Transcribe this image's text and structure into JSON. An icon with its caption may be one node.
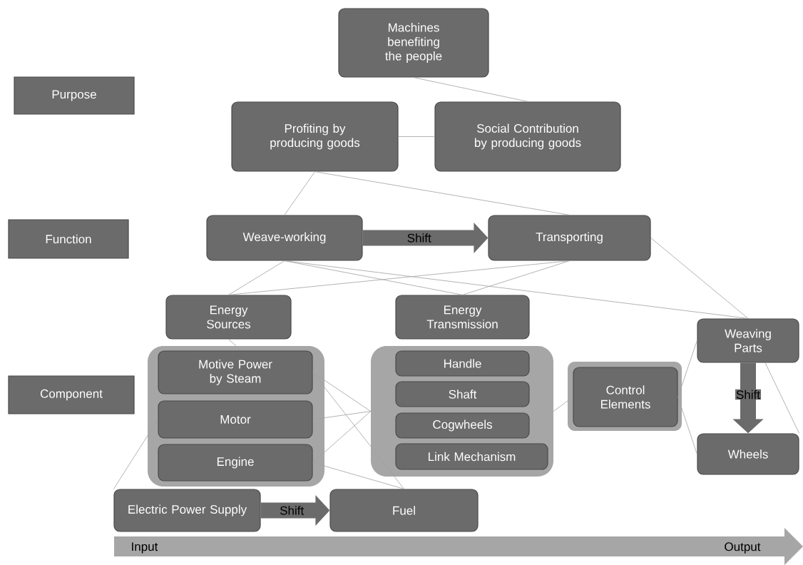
{
  "diagram": {
    "nodes": [
      {
        "text": [
          "Purpose"
        ]
      },
      {
        "text": [
          "Function"
        ]
      },
      {
        "text": [
          "Component"
        ]
      },
      {
        "text": [
          "Machines benefiting the people"
        ]
      },
      {
        "text": [
          "Profiting by producing goods"
        ]
      },
      {
        "text": [
          "Social Contribution by producing goods"
        ]
      },
      {
        "text": [
          "Weave-working"
        ]
      },
      {
        "text": [
          "Transporting"
        ]
      },
      {
        "text": [
          "Energy Sources"
        ]
      },
      {
        "text": [
          "Energy Transmission"
        ]
      },
      {
        "text": [],
        "shape": "box"
      },
      {
        "text": [
          "Motive Power by Steam"
        ],
        "in": 10
      },
      {
        "text": [
          "Motor"
        ],
        "in": 10
      },
      {
        "text": [
          "Engine"
        ],
        "in": 10
      },
      {
        "text": [],
        "shape": "box"
      },
      {
        "text": [
          "Handle"
        ],
        "in": 14
      },
      {
        "text": [
          "Shaft"
        ],
        "in": 14
      },
      {
        "text": [
          "Cogwheels"
        ],
        "in": 14
      },
      {
        "text": [
          "Link Mechanism"
        ],
        "in": 14
      },
      {
        "text": [
          "Control Elements"
        ]
      },
      {
        "text": [
          "Weaving Parts"
        ]
      },
      {
        "text": [
          "Wheels"
        ]
      },
      {
        "text": [
          "Electric Power Supply"
        ]
      },
      {
        "text": [
          "Fuel"
        ]
      }
    ],
    "edges": [
      {
        "from": 3,
        "to": 5,
        "arrow": "none"
      },
      {
        "from": 4,
        "to": 5,
        "arrow": "none"
      },
      {
        "from": 4,
        "to": 6,
        "arrow": "none"
      },
      {
        "from": 4,
        "to": 7,
        "arrow": "none"
      },
      {
        "from": 6,
        "to": 7,
        "arrow": "to",
        "label": "Shift",
        "style": "thick",
        "color": "#6b6b6b"
      },
      {
        "from": 6,
        "to": 8,
        "arrow": "none"
      },
      {
        "from": 6,
        "to": 9,
        "arrow": "none"
      },
      {
        "from": 6,
        "to": 20,
        "arrow": "none"
      },
      {
        "from": 7,
        "to": 8,
        "arrow": "none"
      },
      {
        "from": 7,
        "to": 9,
        "arrow": "none"
      },
      {
        "from": 7,
        "to": 20,
        "arrow": "none"
      },
      {
        "from": 8,
        "to": 10,
        "arrow": "none"
      },
      {
        "from": 11,
        "to": 14,
        "arrow": "none"
      },
      {
        "from": 11,
        "to": 23,
        "arrow": "none"
      },
      {
        "from": 12,
        "to": 14,
        "arrow": "none"
      },
      {
        "from": 12,
        "to": 22,
        "arrow": "none"
      },
      {
        "from": 13,
        "to": 14,
        "arrow": "none"
      },
      {
        "from": 13,
        "to": 23,
        "arrow": "none"
      },
      {
        "from": 19,
        "to": 14,
        "arrow": "none"
      },
      {
        "from": 19,
        "to": 20,
        "arrow": "none"
      },
      {
        "from": 19,
        "to": 21,
        "arrow": "none"
      },
      {
        "from": 20,
        "to": 21,
        "arrow": "to",
        "label": "Shift",
        "style": "thick",
        "color": "#6b6b6b"
      },
      {
        "from": 20,
        "to": 21,
        "arrow": "none"
      },
      {
        "from": 22,
        "to": 23,
        "arrow": "to",
        "label": "Shift",
        "style": "thick",
        "color": "#6b6b6b"
      }
    ],
    "labels": [
      "Input",
      "Output"
    ]
  }
}
